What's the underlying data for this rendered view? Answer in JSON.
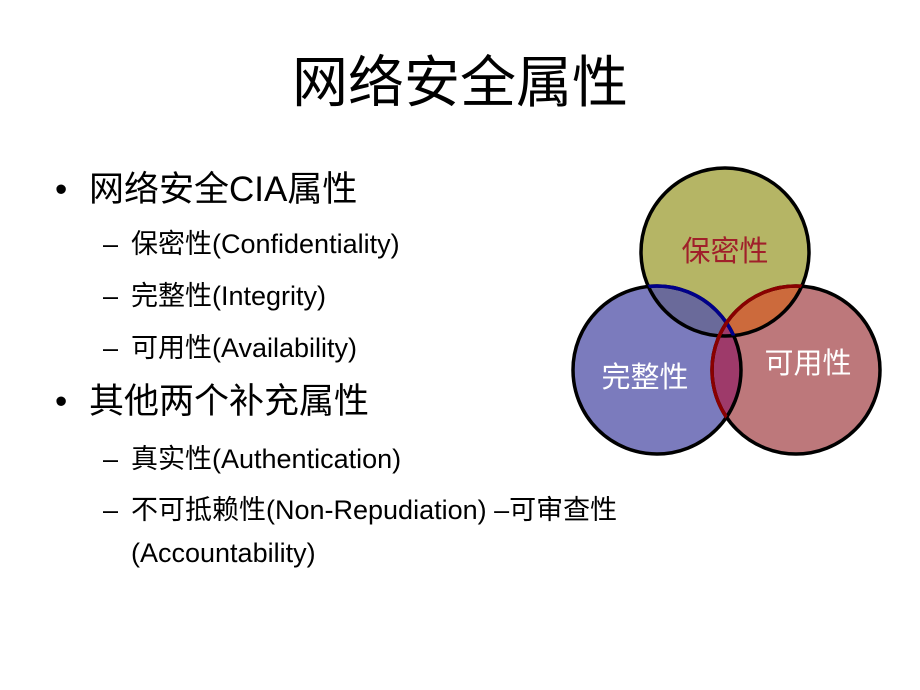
{
  "slide": {
    "title": "网络安全属性",
    "bullets": [
      {
        "marker": "•",
        "text": "网络安全CIA属性",
        "subitems": [
          {
            "marker": "–",
            "text": "保密性(Confidentiality)"
          },
          {
            "marker": "–",
            "text": "完整性(Integrity)"
          },
          {
            "marker": "–",
            "text": "可用性(Availability)"
          }
        ]
      },
      {
        "marker": "•",
        "text": "其他两个补充属性",
        "subitems": [
          {
            "marker": "–",
            "text": "真实性(Authentication)"
          },
          {
            "marker": "–",
            "text": "不可抵赖性(Non-Repudiation) –可审查性",
            "continuation": "(Accountability)"
          }
        ]
      }
    ]
  },
  "venn": {
    "circles": [
      {
        "label": "保密性",
        "fill": "#b5b565",
        "label_color": "#a0202a"
      },
      {
        "label": "完整性",
        "fill": "#6e6eb8",
        "label_color": "#ffffff"
      },
      {
        "label": "可用性",
        "fill": "#b45f63",
        "label_color": "#ffffff"
      }
    ],
    "overlap_colors": {
      "confidentiality_integrity": "#6a6a9a",
      "confidentiality_availability": "#cc6a3c",
      "integrity_availability": "#9e3a6a"
    },
    "outline_color": "#000000"
  }
}
